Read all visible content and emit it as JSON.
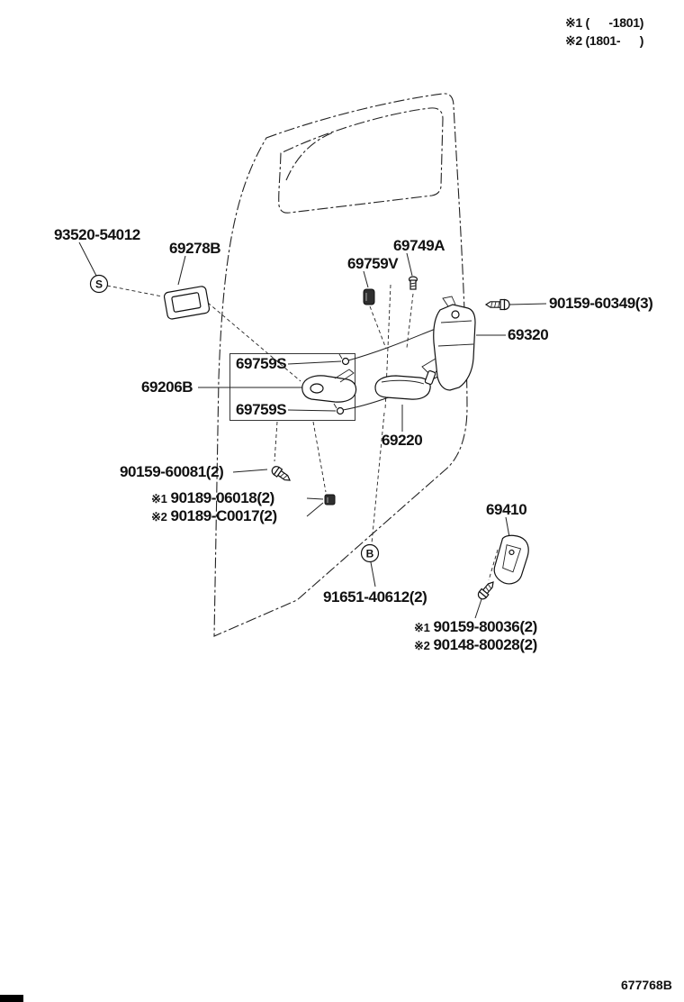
{
  "page": {
    "note1": "※1 (      -1801)",
    "note2": "※2 (1801-      )",
    "diagram_code": "677768B"
  },
  "markers": {
    "s": "S",
    "b": "B"
  },
  "parts": {
    "p93520": "93520-54012",
    "p69278B": "69278B",
    "p69749A": "69749A",
    "p69759V": "69759V",
    "p90159_60349": "90159-60349(3)",
    "p69320": "69320",
    "p69759S_1": "69759S",
    "p69206B": "69206B",
    "p69759S_2": "69759S",
    "p69220": "69220",
    "p90159_60081": "90159-60081(2)",
    "p90189_06018": {
      "prefix": "※1",
      "number": "90189-06018(2)"
    },
    "p90189_C0017": {
      "prefix": "※2",
      "number": "90189-C0017(2)"
    },
    "p69410": "69410",
    "p91651": "91651-40612(2)",
    "p90159_80036": {
      "prefix": "※1",
      "number": "90159-80036(2)"
    },
    "p90148_80028": {
      "prefix": "※2",
      "number": "90148-80028(2)"
    }
  }
}
